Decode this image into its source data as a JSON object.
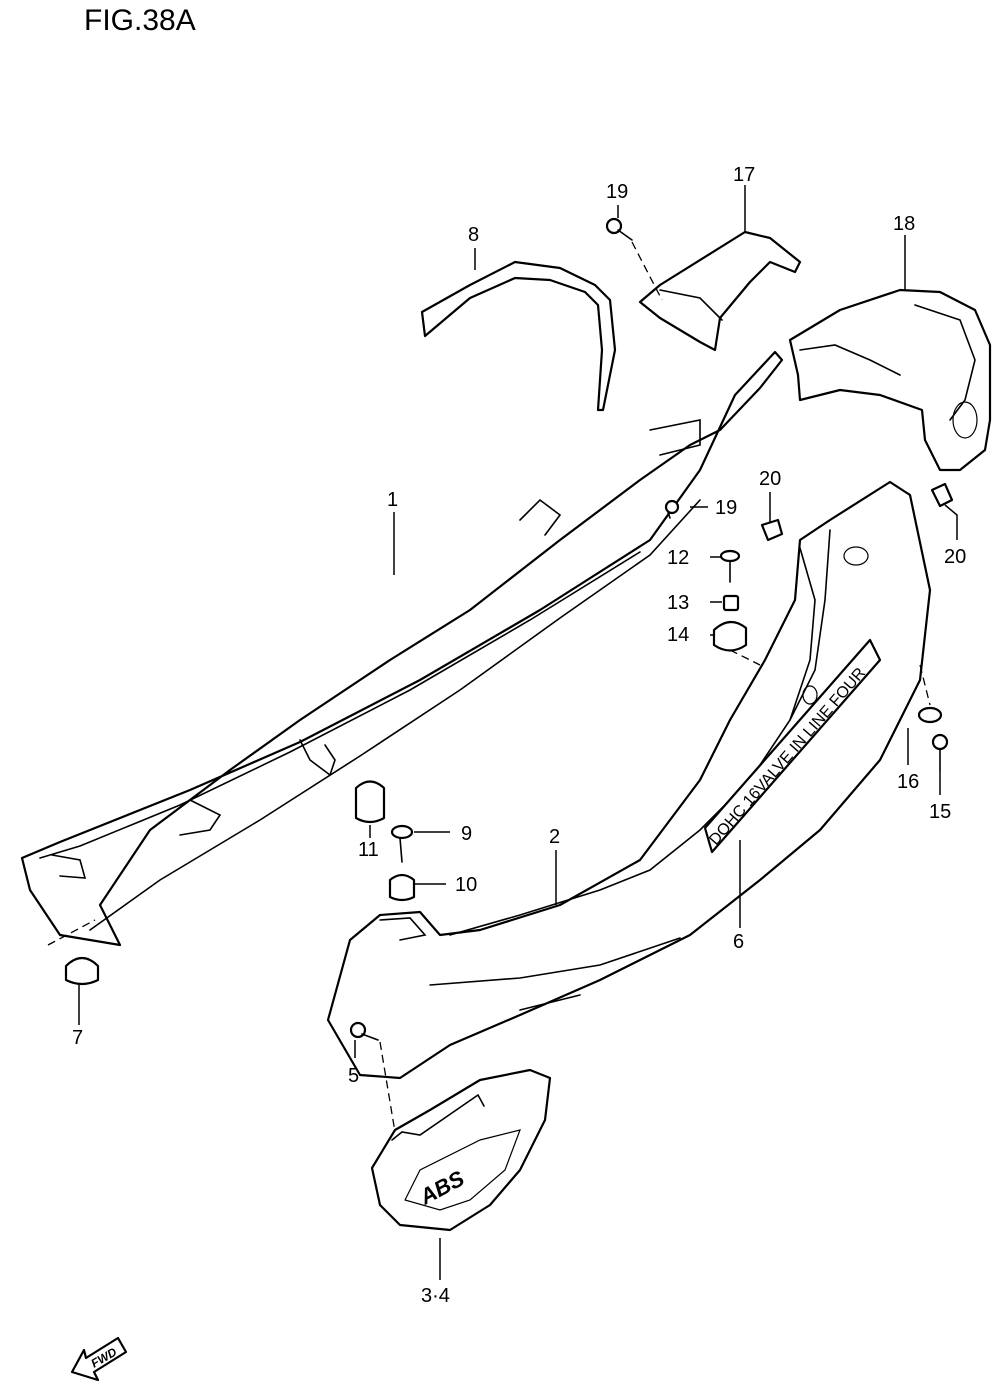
{
  "figure": {
    "title": "FIG.38A"
  },
  "markings": {
    "decal_text": "DOHC 16VALVE IN LINE FOUR",
    "emblem_text": "ABS",
    "fwd_arrow": "FWD"
  },
  "callouts": [
    {
      "id": "c1",
      "label": "1"
    },
    {
      "id": "c2",
      "label": "2"
    },
    {
      "id": "c34",
      "label": "3·4"
    },
    {
      "id": "c5",
      "label": "5"
    },
    {
      "id": "c6",
      "label": "6"
    },
    {
      "id": "c7",
      "label": "7"
    },
    {
      "id": "c8",
      "label": "8"
    },
    {
      "id": "c9",
      "label": "9"
    },
    {
      "id": "c10",
      "label": "10"
    },
    {
      "id": "c11",
      "label": "11"
    },
    {
      "id": "c12",
      "label": "12"
    },
    {
      "id": "c13",
      "label": "13"
    },
    {
      "id": "c14",
      "label": "14"
    },
    {
      "id": "c15",
      "label": "15"
    },
    {
      "id": "c16",
      "label": "16"
    },
    {
      "id": "c17",
      "label": "17"
    },
    {
      "id": "c18",
      "label": "18"
    },
    {
      "id": "c19a",
      "label": "19"
    },
    {
      "id": "c19b",
      "label": "19"
    },
    {
      "id": "c20a",
      "label": "20"
    },
    {
      "id": "c20b",
      "label": "20"
    }
  ]
}
